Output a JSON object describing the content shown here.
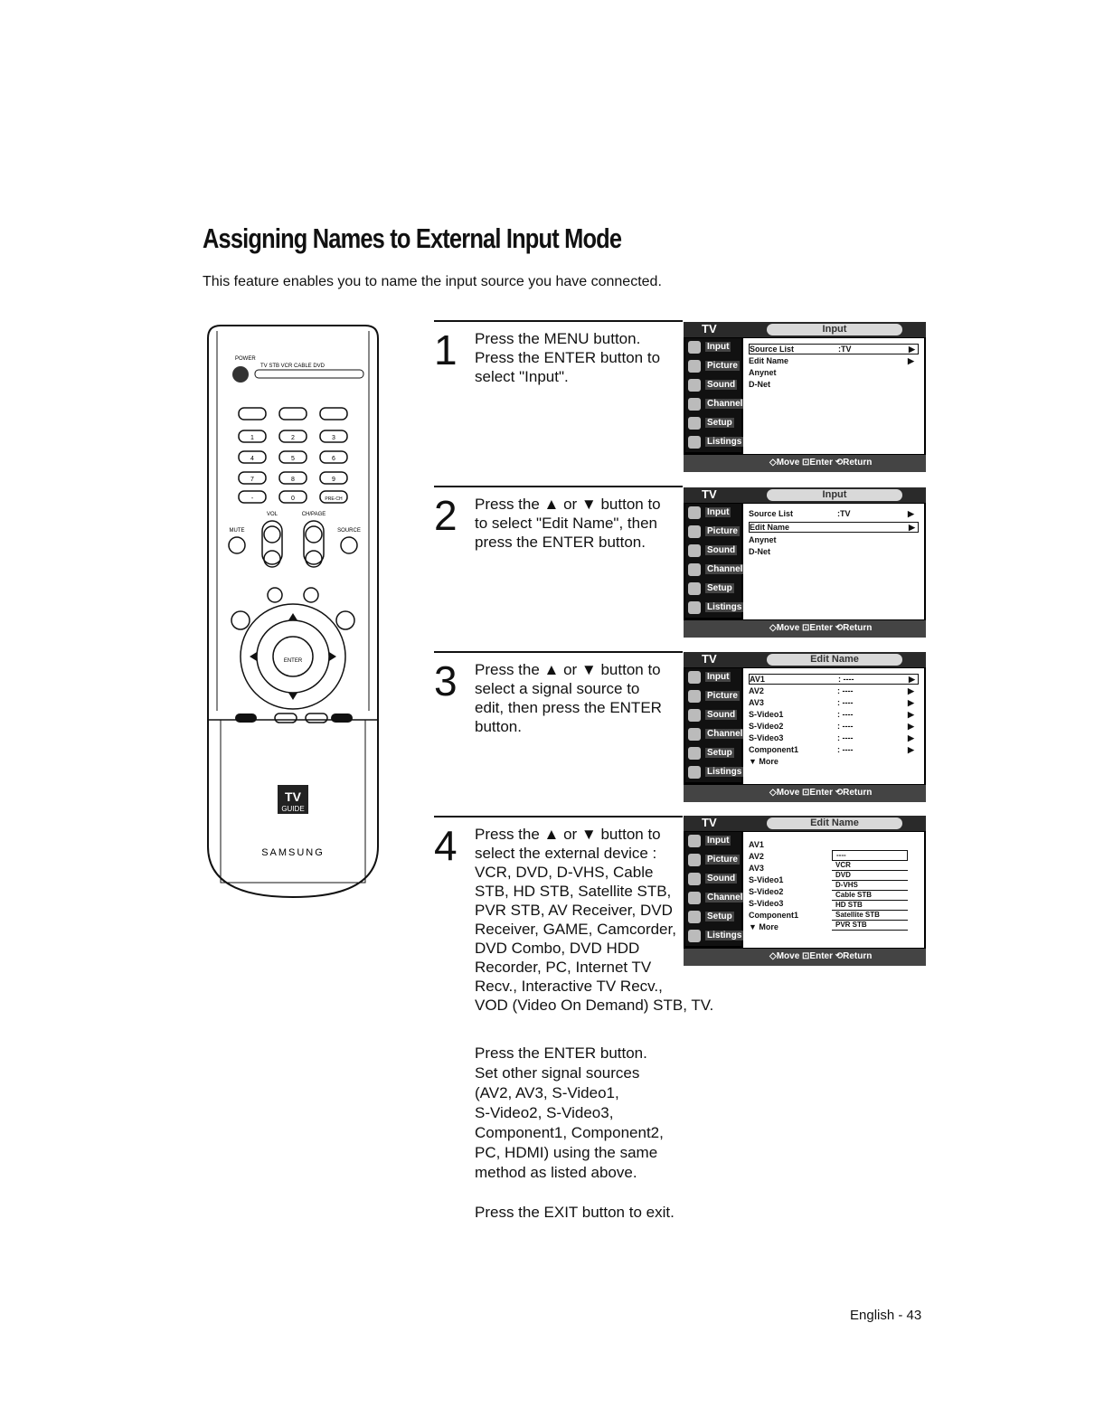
{
  "page": {
    "title": "Assigning Names to External Input Mode",
    "intro": "This feature enables you to name the input source you have connected.",
    "footer": "English - 43"
  },
  "remote": {
    "brand": "SAMSUNG",
    "tvguide_top": "TV",
    "tvguide_bottom": "GUIDE",
    "power": "POWER",
    "modes": "TV STB VCR CABLE DVD",
    "enter": "ENTER",
    "vol": "VOL",
    "ch": "CH/PAGE",
    "mute": "MUTE",
    "source": "SOURCE",
    "keys": [
      "1",
      "2",
      "3",
      "4",
      "5",
      "6",
      "7",
      "8",
      "9",
      "-",
      "0",
      "PRE-CH"
    ]
  },
  "steps": [
    {
      "num": "1",
      "lines": [
        "Press the MENU button.",
        "Press the ENTER button to",
        "select \"Input\"."
      ]
    },
    {
      "num": "2",
      "lines": [
        "Press the ▲ or ▼ button to",
        "to select \"Edit Name\", then",
        "press the ENTER button."
      ]
    },
    {
      "num": "3",
      "lines": [
        "Press the ▲ or ▼ button to",
        "select a signal source to",
        "edit, then press the ENTER",
        "button."
      ]
    },
    {
      "num": "4",
      "lines": [
        "Press the ▲ or ▼ button to",
        "select the external device :",
        "VCR, DVD, D-VHS, Cable",
        "STB, HD STB, Satellite STB,",
        "PVR STB, AV Receiver, DVD",
        "Receiver, GAME, Camcorder,",
        "DVD Combo, DVD HDD",
        "Recorder, PC, Internet TV",
        "Recv., Interactive TV Recv.,",
        "VOD (Video On Demand) STB, TV."
      ]
    }
  ],
  "after": {
    "p1": [
      "Press the ENTER button.",
      "Set other signal sources",
      "(AV2, AV3, S-Video1,",
      "S-Video2, S-Video3,",
      "Component1, Component2,",
      "PC, HDMI) using the same",
      "method as listed above."
    ],
    "p2": "Press the EXIT button to exit."
  },
  "screens": {
    "tv_label": "TV",
    "side": [
      "Input",
      "Picture",
      "Sound",
      "Channel",
      "Setup",
      "Listings"
    ],
    "s1": {
      "title": "Input",
      "rows": [
        [
          "Source List",
          ":TV",
          "▶"
        ],
        [
          "Edit Name",
          "",
          "▶"
        ],
        [
          "Anynet",
          "",
          ""
        ],
        [
          "D-Net",
          "",
          ""
        ]
      ],
      "bottom": "◇Move  ⊡Enter  ⟲Return"
    },
    "s2": {
      "title": "Input",
      "rows": [
        [
          "Source List",
          ":TV",
          "▶"
        ],
        [
          "Edit Name",
          "",
          "▶"
        ],
        [
          "Anynet",
          "",
          ""
        ],
        [
          "D-Net",
          "",
          ""
        ]
      ],
      "bottom": "◇Move  ⊡Enter  ⟲Return"
    },
    "s3": {
      "title": "Edit Name",
      "rows": [
        [
          "AV1",
          ": ----",
          "▶"
        ],
        [
          "AV2",
          ": ----",
          "▶"
        ],
        [
          "AV3",
          ": ----",
          "▶"
        ],
        [
          "S-Video1",
          ": ----",
          "▶"
        ],
        [
          "S-Video2",
          ": ----",
          "▶"
        ],
        [
          "S-Video3",
          ": ----",
          "▶"
        ],
        [
          "Component1",
          ": ----",
          "▶"
        ],
        [
          "▼ More",
          "",
          ""
        ]
      ],
      "bottom": "◇Move  ⊡Enter  ⟲Return"
    },
    "s4": {
      "title": "Edit Name",
      "rows": [
        [
          "AV1"
        ],
        [
          "AV2"
        ],
        [
          "AV3"
        ],
        [
          "S-Video1"
        ],
        [
          "S-Video2"
        ],
        [
          "S-Video3"
        ],
        [
          "Component1"
        ],
        [
          "▼ More"
        ]
      ],
      "options": [
        "----",
        "VCR",
        "DVD",
        "D-VHS",
        "Cable STB",
        "HD STB",
        "Satellite STB",
        "PVR STB"
      ],
      "bottom": "◇Move  ⊡Enter  ⟲Return"
    }
  }
}
